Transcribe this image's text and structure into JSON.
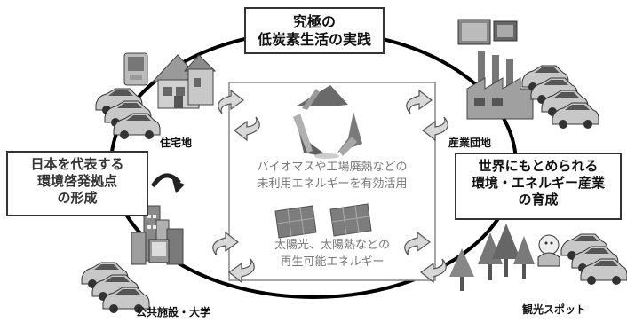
{
  "title_box": {
    "line1": "究極の",
    "line2": "低炭素生活の実践"
  },
  "left_box": {
    "line1": "日本を代表する",
    "line2": "環境啓発拠点",
    "line3": "の形成"
  },
  "right_box": {
    "line1": "世界にもとめられる",
    "line2": "環境・エネルギー産業",
    "line3": "の育成"
  },
  "nodes": {
    "residential": "住宅地",
    "industrial": "産業団地",
    "public": "公共施設・大学",
    "tourism": "観光スポット"
  },
  "center": {
    "biomass_line1": "バイオマスや工場廃熱などの",
    "biomass_line2": "未利用エネルギーを有効活用",
    "solar_line1": "太陽光、太陽熱などの",
    "solar_line2": "再生可能エネルギー"
  }
}
